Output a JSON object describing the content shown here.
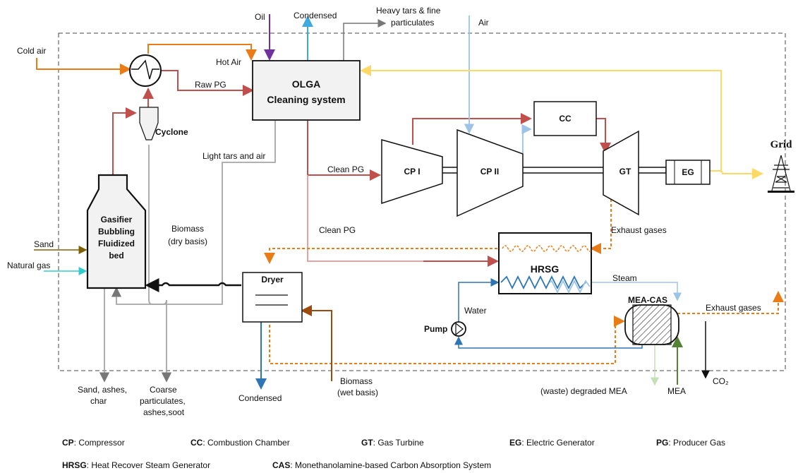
{
  "components": {
    "olga_line1": "OLGA",
    "olga_line2": "Cleaning system",
    "cyclone": "Cyclone",
    "gasifier_lines": [
      "Gasifier",
      "Bubbling",
      "Fluidized",
      "bed"
    ],
    "cc": "CC",
    "cp1": "CP I",
    "cp2": "CP II",
    "gt": "GT",
    "eg": "EG",
    "hrsg": "HRSG",
    "dryer": "Dryer",
    "mea_cas": "MEA-CAS",
    "pump": "Pump",
    "grid": "Grid"
  },
  "streams": {
    "oil": "Oil",
    "condensed_top": "Condensed",
    "heavy_tars_1": "Heavy tars & fine",
    "heavy_tars_2": "particulates",
    "air": "Air",
    "cold_air": "Cold air",
    "hot_air": "Hot Air",
    "raw_pg": "Raw PG",
    "light_tars": "Light tars and air",
    "clean_pg_1": "Clean PG",
    "clean_pg_2": "Clean PG",
    "biomass_dry_1": "Biomass",
    "biomass_dry_2": "(dry basis)",
    "sand": "Sand",
    "natural_gas": "Natural gas",
    "exhaust_gases_gt": "Exhaust gases",
    "steam": "Steam",
    "water": "Water",
    "exhaust_gases_out": "Exhaust gases",
    "sand_ashes_1": "Sand, ashes,",
    "sand_ashes_2": "char",
    "coarse_1": "Coarse",
    "coarse_2": "particulates,",
    "coarse_3": "ashes,soot",
    "condensed_bottom": "Condensed",
    "biomass_wet_1": "Biomass",
    "biomass_wet_2": "(wet basis)",
    "waste_mea": "(waste) degraded MEA",
    "mea": "MEA",
    "co2": "CO₂"
  },
  "legend": [
    {
      "abbr": "CP",
      "desc": ": Compressor"
    },
    {
      "abbr": "CC",
      "desc": ": Combustion Chamber"
    },
    {
      "abbr": "GT",
      "desc": ": Gas Turbine"
    },
    {
      "abbr": "EG",
      "desc": ": Electric Generator"
    },
    {
      "abbr": "PG",
      "desc": ": Producer Gas"
    },
    {
      "abbr": "HRSG",
      "desc": ": Heat Recover Steam Generator"
    },
    {
      "abbr": "CAS",
      "desc": ": Monethanolamine-based Carbon Absorption System"
    }
  ],
  "colors": {
    "producer_gas": "#c0504d",
    "air_hot": "#e97c16",
    "air_cold": "#9dc3e6",
    "electricity": "#ffd966",
    "water": "#2e75b6",
    "oil": "#7030a0",
    "solids": "#a6a6a6",
    "biomass_wet": "#9c4a10",
    "exhaust": "#e97c16",
    "mea": "#548235",
    "sand": "#7f6000",
    "natural_gas": "#33cccc"
  }
}
